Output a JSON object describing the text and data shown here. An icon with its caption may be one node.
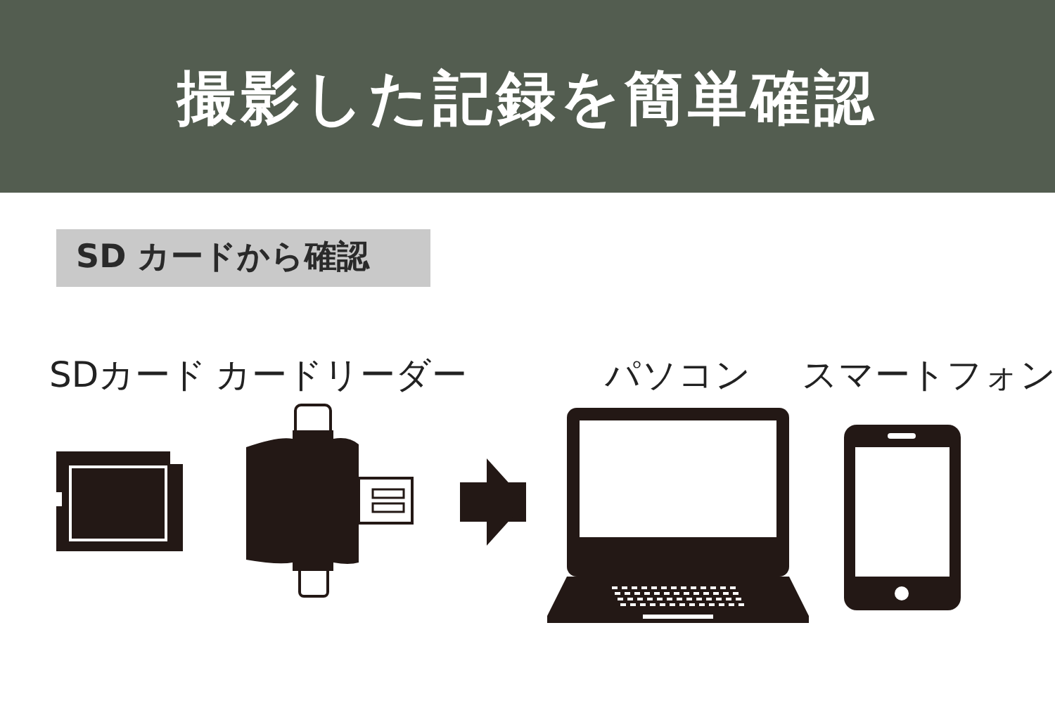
{
  "diagram": {
    "title": "撮影した記録を簡単確認",
    "nodes": [
      {
        "text": [
          "SD カードから確認"
        ]
      },
      {
        "text": [
          "SDカード"
        ]
      },
      {
        "text": [
          "カードリーダー"
        ]
      },
      {
        "text": [
          "パソコン"
        ]
      },
      {
        "text": [
          "スマートフォン"
        ]
      }
    ],
    "edges": [
      {
        "from": 2,
        "to": 3,
        "arrow": "to"
      }
    ]
  }
}
